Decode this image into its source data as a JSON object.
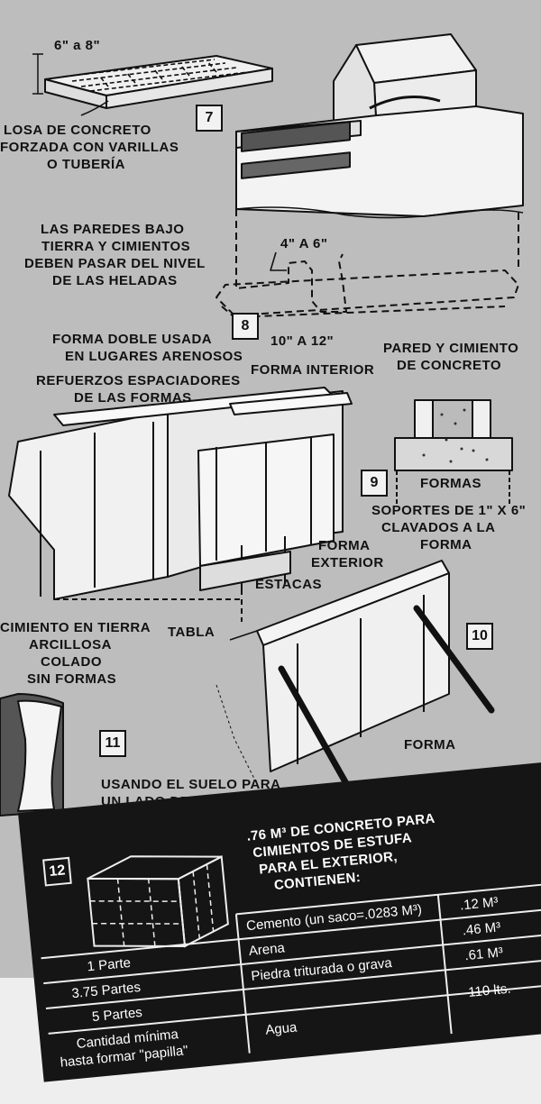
{
  "labels": {
    "dim_6_8": "6\" a 8\"",
    "losa": [
      "LOSA DE CONCRETO",
      "FORZADA CON VARILLAS",
      "O TUBERÍA"
    ],
    "paredes": [
      "LAS PAREDES BAJO",
      "TIERRA Y CIMIENTOS",
      "DEBEN PASAR DEL NIVEL",
      "DE LAS HELADAS"
    ],
    "dim_4_6": "4\" A 6\"",
    "dim_10_12": "10\" A 12\"",
    "forma_doble": [
      "FORMA DOBLE USADA",
      "EN LUGARES ARENOSOS"
    ],
    "refuerzos": [
      "REFUERZOS ESPACIADORES",
      "DE LAS FORMAS"
    ],
    "forma_interior": "FORMA INTERIOR",
    "pared_cimiento": [
      "PARED Y CIMIENTO",
      "DE CONCRETO"
    ],
    "formas": "FORMAS",
    "soportes": [
      "SOPORTES DE 1\" X 6\"",
      "CLAVADOS A LA",
      "FORMA"
    ],
    "forma_exterior": [
      "FORMA",
      "EXTERIOR"
    ],
    "estacas": "ESTACAS",
    "cimiento_tierra": [
      "CIMIENTO EN TIERRA",
      "ARCILLOSA",
      "COLADO",
      "SIN FORMAS"
    ],
    "tabla": "TABLA",
    "forma": "FORMA",
    "usando_suelo": [
      "USANDO EL SUELO PARA",
      "UN LADO DE LA FORMA"
    ]
  },
  "figure_numbers": [
    "7",
    "8",
    "9",
    "10",
    "11",
    "12"
  ],
  "table": {
    "title": [
      ".76 M³ DE CONCRETO PARA",
      "CIMIENTOS DE ESTUFA",
      "PARA EL EXTERIOR,",
      "CONTIENEN:"
    ],
    "rows": [
      {
        "parts": "",
        "material": "Cemento (un saco=.0283 M³)",
        "amount": ".12 M³"
      },
      {
        "parts": "1 Parte",
        "material": "Arena",
        "amount": ".46 M³"
      },
      {
        "parts": "3.75 Partes",
        "material": "Piedra triturada o grava",
        "amount": ".61 M³"
      },
      {
        "parts": "5 Partes",
        "material": "Agua",
        "amount": "110 lts."
      }
    ],
    "last_parts": [
      "Cantidad mínima",
      "hasta formar \"papilla\""
    ]
  }
}
